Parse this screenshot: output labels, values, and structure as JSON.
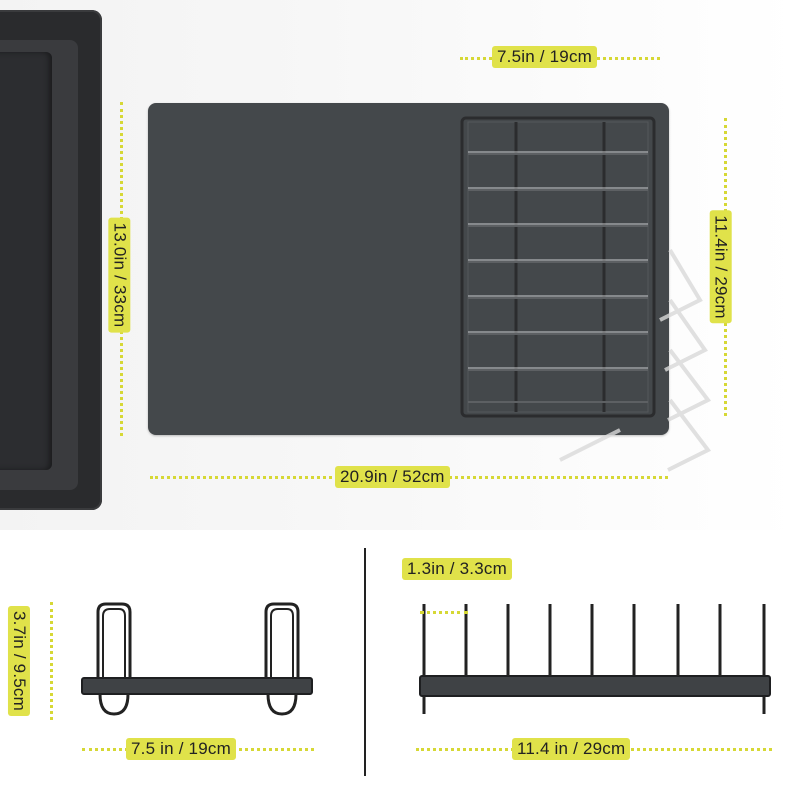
{
  "colors": {
    "accent": "#e0e24a",
    "mat": "#44484b",
    "rack": "#2b2c2e"
  },
  "top_view": {
    "rack_width": "7.5in / 19cm",
    "rack_length": "11.4in / 29cm",
    "mat_height": "13.0in / 33cm",
    "mat_width": "20.9in / 52cm"
  },
  "side_view": {
    "height": "3.7in / 9.5cm",
    "width": "7.5 in / 19cm"
  },
  "front_view": {
    "spacing": "1.3in / 3.3cm",
    "length": "11.4 in / 29cm"
  }
}
